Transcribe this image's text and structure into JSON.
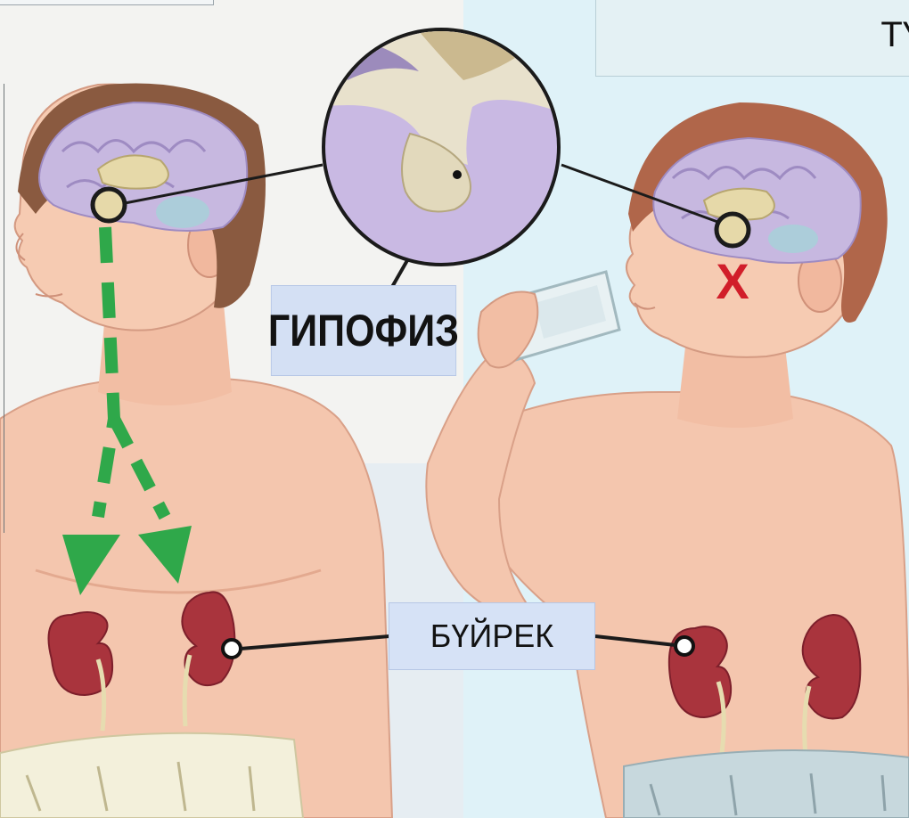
{
  "labels": {
    "pituitary": "ГИПОФИЗ",
    "kidney": "БҮЙРЕК",
    "top_right_fragment": "ТҮ",
    "no_signal_mark": "X"
  },
  "colors": {
    "background_left": "#f3f3f1",
    "background_right": "#dff2f8",
    "skin": "#f4c6ae",
    "hair": "#8a5a40",
    "brain": "#c7b8e0",
    "arrow_green": "#2fa84a",
    "kidney_red": "#a9343d",
    "label_bg": "#d4e0f4",
    "x_mark": "#d11e2a"
  },
  "icons": {
    "signal_arrows": "dashed-arrow-down",
    "no_signal": "cross-mark",
    "magnifier": "zoom-circle"
  }
}
